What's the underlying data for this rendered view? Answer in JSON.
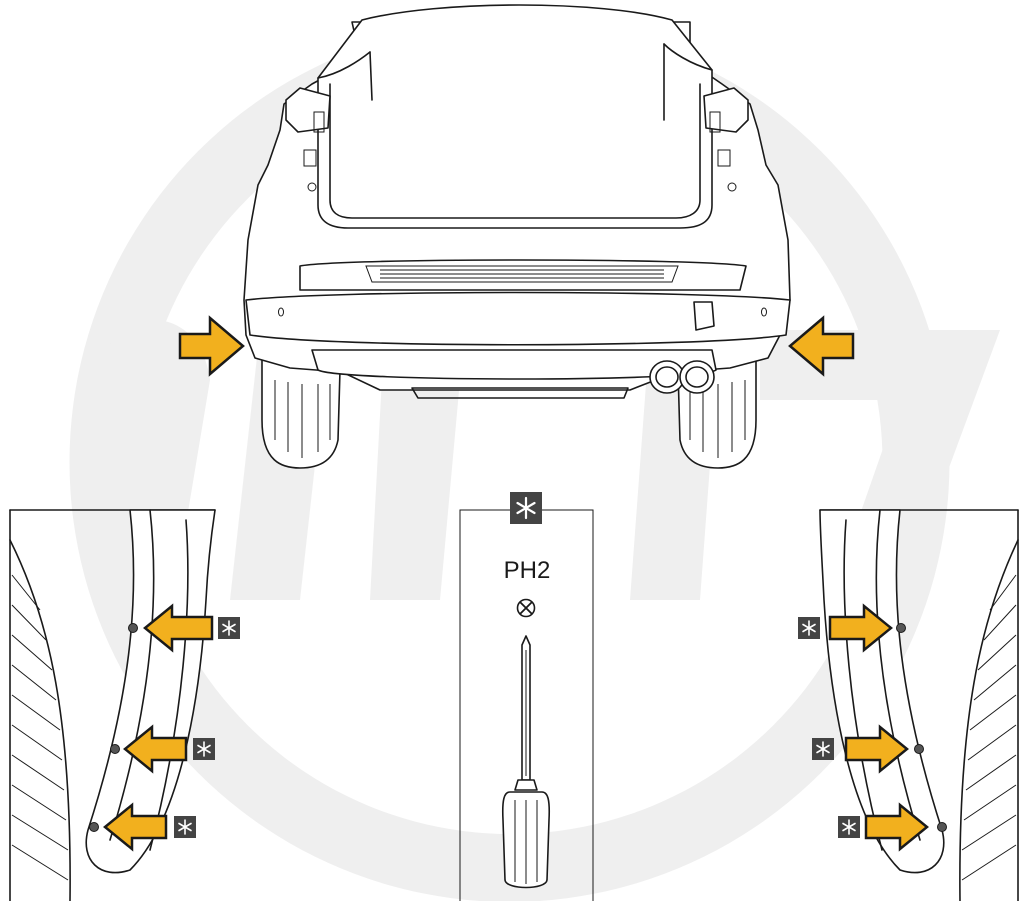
{
  "tool": {
    "label": "PH2",
    "bit_type": "phillips-screw-icon"
  },
  "markers": {
    "symbol": "screw-marker",
    "count_left": 3,
    "count_right": 3
  },
  "colors": {
    "arrow": "#f2b01e",
    "marker": "#444444",
    "watermark": "#efefef",
    "line": "#1a1a1a"
  }
}
